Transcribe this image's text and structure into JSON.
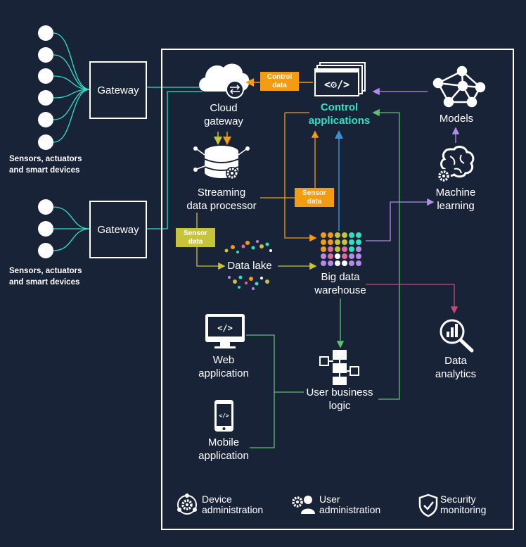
{
  "gateways": [
    {
      "label": "Gateway"
    },
    {
      "label": "Gateway"
    }
  ],
  "device_groups": [
    {
      "line1": "Sensors, actuators",
      "line2": "and smart devices"
    },
    {
      "line1": "Sensors, actuators",
      "line2": "and smart devices"
    }
  ],
  "nodes": {
    "cloud_gateway": {
      "line1": "Cloud",
      "line2": "gateway"
    },
    "control_applications": {
      "line1": "Control",
      "line2": "applications"
    },
    "models": {
      "line1": "Models"
    },
    "streaming_processor": {
      "line1": "Streaming",
      "line2": "data processor"
    },
    "machine_learning": {
      "line1": "Machine",
      "line2": "learning"
    },
    "data_lake": {
      "line1": "Data lake"
    },
    "big_data_warehouse": {
      "line1": "Big data",
      "line2": "warehouse"
    },
    "data_analytics": {
      "line1": "Data",
      "line2": "analytics"
    },
    "web_application": {
      "line1": "Web",
      "line2": "application"
    },
    "user_business_logic": {
      "line1": "User business",
      "line2": "logic"
    },
    "mobile_application": {
      "line1": "Mobile",
      "line2": "application"
    }
  },
  "tags": {
    "control_data": {
      "line1": "Control",
      "line2": "data"
    },
    "sensor_data_1": {
      "line1": "Sensor",
      "line2": "data"
    },
    "sensor_data_2": {
      "line1": "Sensor",
      "line2": "data"
    }
  },
  "footer": {
    "device_admin": {
      "line1": "Device",
      "line2": "administration"
    },
    "user_admin": {
      "line1": "User",
      "line2": "administration"
    },
    "security": {
      "line1": "Security",
      "line2": "monitoring"
    }
  },
  "icons": {
    "cloud": "cloud-icon",
    "code": "code-window-icon",
    "network": "network-icon",
    "database": "database-icon",
    "brain": "brain-gear-icon",
    "dots": "data-lake-dots-icon",
    "grid": "warehouse-grid-icon",
    "analytics": "magnifier-chart-icon",
    "monitor": "monitor-code-icon",
    "flow": "flowchart-icon",
    "phone": "phone-code-icon",
    "gear": "gear-cycle-icon",
    "users": "users-gear-icon",
    "shield": "shield-check-icon"
  },
  "colors": {
    "background": "#192338",
    "teal": "#2fe0c4",
    "orange": "#f39c12",
    "yellow": "#c7c33a",
    "blue": "#3a8fd9",
    "purple": "#b38ce8",
    "green": "#5cc26b",
    "magenta": "#c7487a"
  }
}
